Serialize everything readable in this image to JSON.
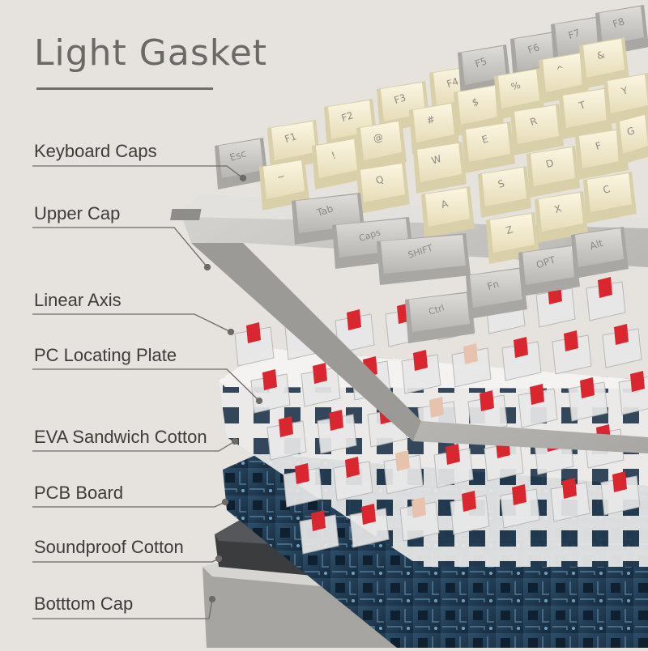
{
  "title": "Light Gasket",
  "layers": [
    {
      "label": "Keyboard Caps"
    },
    {
      "label": "Upper Cap"
    },
    {
      "label": "Linear Axis"
    },
    {
      "label": "PC Locating Plate"
    },
    {
      "label": "EVA Sandwich Cotton"
    },
    {
      "label": "PCB Board"
    },
    {
      "label": "Soundproof Cotton"
    },
    {
      "label": "Botttom Cap"
    }
  ],
  "keycaps": [
    "Esc",
    "F1",
    "F2",
    "F3",
    "F4",
    "F5",
    "F6",
    "F7",
    "F8",
    "~",
    "!",
    "@",
    "#",
    "$",
    "%",
    "^",
    "&",
    "Q",
    "W",
    "E",
    "R",
    "T",
    "Y",
    "Tab",
    "Caps",
    "A",
    "S",
    "D",
    "F",
    "G",
    "SHIFT",
    "Z",
    "X",
    "C",
    "Ctrl",
    "Fn",
    "OPT",
    "Alt"
  ],
  "colors": {
    "background": "#e6e2dd",
    "cream_cap": "#f1ead0",
    "gray_cap": "#cfcdca",
    "frame": "#c9c7c4",
    "switch_stem": "#d9262f",
    "pcb": "#1f3a52",
    "plate": "#e9e8e6"
  }
}
